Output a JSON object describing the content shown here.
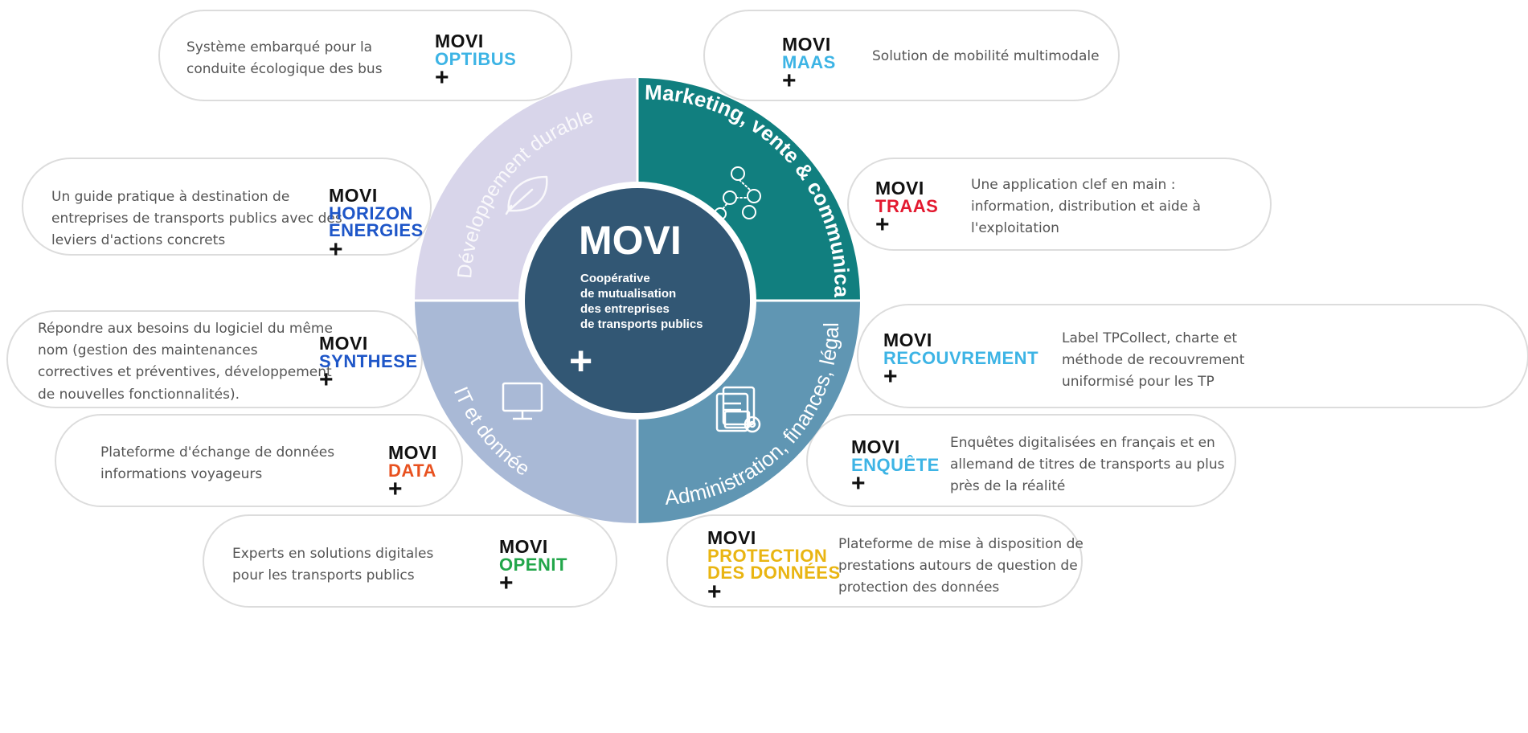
{
  "center": {
    "title": "MOVI",
    "subtitle_lines": [
      "Coopérative",
      "de mutualisation",
      "des entreprises",
      "de transports publics"
    ],
    "plus": "+"
  },
  "quadrants": [
    {
      "label": "Développement durable",
      "color": "#d8d5ea",
      "icon": "leaf-icon"
    },
    {
      "label": "Marketing, vente & communication",
      "color": "#117f7f",
      "icon": "people-network-icon"
    },
    {
      "label": "Administration, finances, légal",
      "color": "#6096b3",
      "icon": "documents-gear-icon"
    },
    {
      "label": "IT et données",
      "color": "#a9b9d6",
      "icon": "computer-monitor-icon"
    }
  ],
  "colors": {
    "center": "#325774",
    "optibus": "#3db4e5",
    "maas": "#3db4e5",
    "horizon": "#1e56c8",
    "traas": "#e3192f",
    "synthese": "#1e56c8",
    "recouvrement": "#3db4e5",
    "data": "#e8511f",
    "enquete": "#3db4e5",
    "openit": "#22a64a",
    "protection": "#e9b512"
  },
  "cards": {
    "optibus": {
      "desc": [
        "Système embarqué pour la",
        "conduite écologique des bus"
      ],
      "movi": "MOVI",
      "sub": [
        "OPTIBUS"
      ],
      "plus": "+"
    },
    "maas": {
      "desc": [
        "Solution de mobilité  multimodale"
      ],
      "movi": "MOVI",
      "sub": [
        "MAAS"
      ],
      "plus": "+"
    },
    "horizon": {
      "desc": [
        "Un guide pratique à destination de",
        "entreprises de transports publics avec des",
        "leviers d'actions concrets"
      ],
      "movi": "MOVI",
      "sub": [
        "HORIZON",
        "ENERGIES"
      ],
      "plus": "+"
    },
    "traas": {
      "desc": [
        "Une application clef en main :",
        "information, distribution et aide à",
        "l'exploitation"
      ],
      "movi": "MOVI",
      "sub": [
        "TRAAS"
      ],
      "plus": "+"
    },
    "synthese": {
      "desc": [
        "Répondre aux besoins du logiciel du même",
        "nom  (gestion des maintenances",
        "correctives et préventives, développement",
        "de nouvelles fonctionnalités)."
      ],
      "movi": "MOVI",
      "sub": [
        "SYNTHESE"
      ],
      "plus": "+"
    },
    "recouvrement": {
      "desc": [
        "Label TPCollect, charte et",
        "méthode de recouvrement",
        "uniformisé pour les TP"
      ],
      "movi": "MOVI",
      "sub": [
        "RECOUVREMENT"
      ],
      "plus": "+"
    },
    "data": {
      "desc": [
        "Plateforme d'échange de données",
        "informations voyageurs"
      ],
      "movi": "MOVI",
      "sub": [
        "DATA"
      ],
      "plus": "+"
    },
    "enquete": {
      "desc": [
        "Enquêtes digitalisées en français et en",
        "allemand de titres de transports au plus",
        "près de la réalité"
      ],
      "movi": "MOVI",
      "sub": [
        "ENQUÊTE"
      ],
      "plus": "+"
    },
    "openit": {
      "desc": [
        "Experts en solutions digitales",
        "pour les transports publics"
      ],
      "movi": "MOVI",
      "sub": [
        "OPENIT"
      ],
      "plus": "+"
    },
    "protection": {
      "desc": [
        "Plateforme de mise  à disposition de",
        "prestations autours de question de",
        "protection des données"
      ],
      "movi": "MOVI",
      "sub": [
        "PROTECTION",
        "DES DONNÉES"
      ],
      "plus": "+"
    }
  }
}
